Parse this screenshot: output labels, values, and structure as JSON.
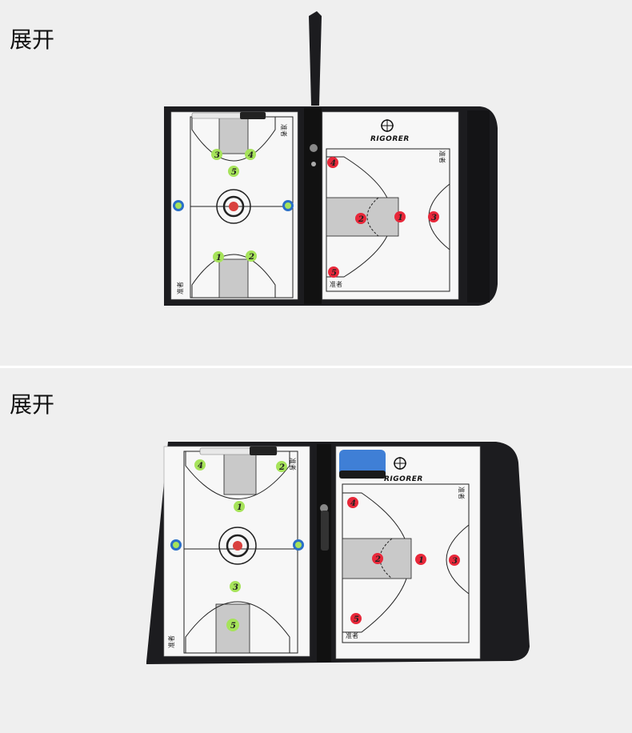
{
  "panels": [
    {
      "label": "展开",
      "brand": "RIGORER",
      "watermark": "准者"
    },
    {
      "label": "展开",
      "brand": "RIGORER",
      "watermark": "准者"
    }
  ],
  "colors": {
    "background": "#efefef",
    "folder": "#1c1c1f",
    "board": "#f7f7f7",
    "paint": "#c9c9c9",
    "green_magnet": "#a6e35a",
    "red_magnet": "#e8283a",
    "blue_magnet": "#2a6fc8",
    "eraser": "#3f7fd6"
  },
  "magnets": {
    "top_left": [
      "3",
      "4",
      "5",
      "1",
      "2"
    ],
    "top_right": [
      "4",
      "2",
      "1",
      "3",
      "5"
    ],
    "bottom_left": [
      "4",
      "2",
      "1",
      "3",
      "5"
    ],
    "bottom_right": [
      "4",
      "2",
      "1",
      "3",
      "5"
    ]
  }
}
